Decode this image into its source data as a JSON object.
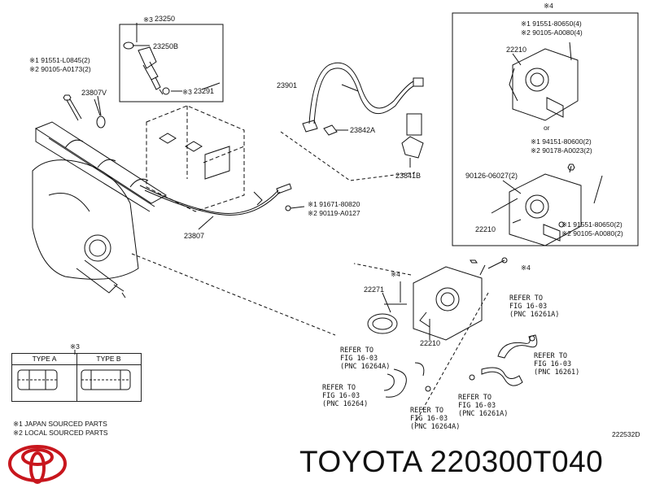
{
  "parts": {
    "p23250": "23250",
    "p23250B": "23250B",
    "p23291": "23291",
    "p23807V": "23807V",
    "p23901": "23901",
    "p23842A": "23842A",
    "p23841B": "23841B",
    "p23807": "23807",
    "p22271": "22271",
    "p22210_mid": "22210",
    "p22210_top": "22210",
    "p22210_bot": "22210",
    "p90126": "90126-06027(2)"
  },
  "marks": {
    "m3": "※3",
    "m3_b": "※3",
    "m3_c": "※3",
    "m4_top": "※4",
    "m4_a": "※4",
    "m4_b": "※4"
  },
  "callouts": {
    "bolt_left": [
      "※1  91551-L0845(2)",
      "※2  90105-A0173(2)"
    ],
    "bolt_mid": [
      "※1  91671-80820",
      "※2  90119-A0127"
    ],
    "top_right": [
      "※1  91551-80650(4)",
      "※2  90105-A0080(4)"
    ],
    "right_mid": [
      "※1  94151-80600(2)",
      "※2  90178-A0023(2)"
    ],
    "right_bot": [
      "※1  91551-80650(2)",
      "※2  90105-A0080(2)"
    ],
    "or_text": "or"
  },
  "refs": [
    {
      "lines": [
        "REFER TO",
        "FIG 16-03",
        "(PNC 16261A)"
      ]
    },
    {
      "lines": [
        "REFER TO",
        "FIG 16-03",
        "(PNC 16264A)"
      ]
    },
    {
      "lines": [
        "REFER TO",
        "FIG 16-03",
        "(PNC 16261)"
      ]
    },
    {
      "lines": [
        "REFER TO",
        "FIG 16-03",
        "(PNC 16264)"
      ]
    },
    {
      "lines": [
        "REFER TO",
        "FIG 16-03",
        "(PNC 16264A)"
      ]
    },
    {
      "lines": [
        "REFER TO",
        "FIG 16-03",
        "(PNC 16261A)"
      ]
    }
  ],
  "legend": {
    "type_a": "TYPE A",
    "type_b": "TYPE B",
    "japan": "※1 JAPAN SOURCED PARTS",
    "local": "※2 LOCAL SOURCED PARTS"
  },
  "diagram_code": "222532D",
  "brand_text": "TOYOTA  220300T040",
  "colors": {
    "line": "#111111",
    "logo": "#c8161d"
  }
}
